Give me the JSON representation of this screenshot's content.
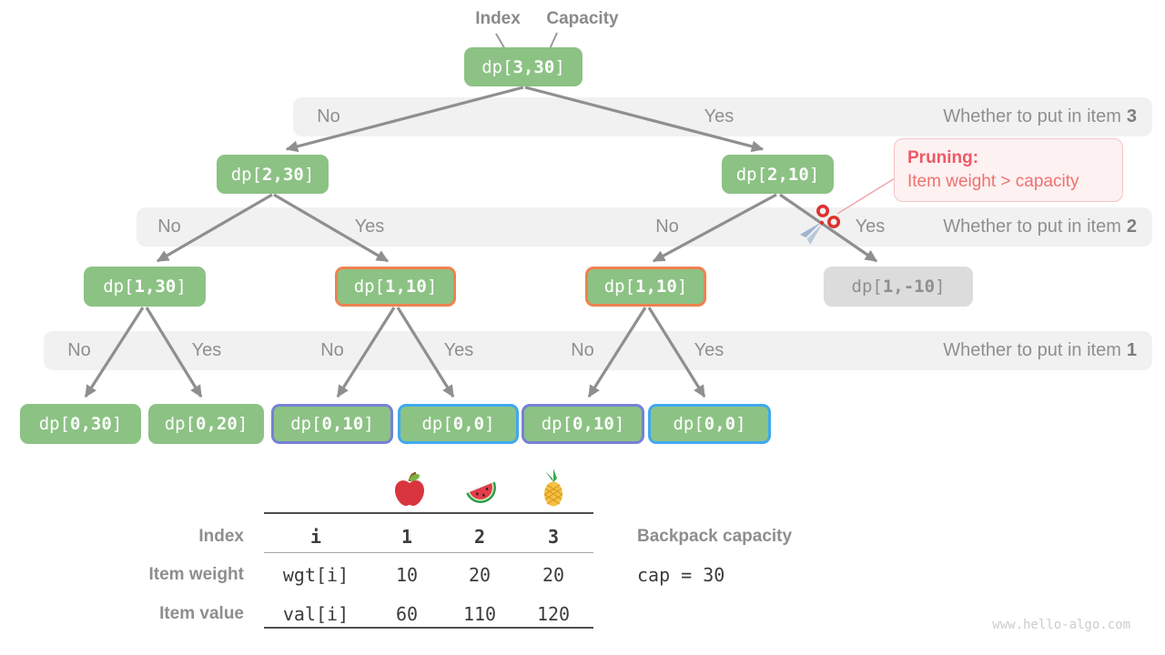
{
  "header": {
    "index": "Index",
    "capacity": "Capacity"
  },
  "nodes": [
    {
      "label": "dp[3,30]"
    },
    {
      "label": "dp[2,30]"
    },
    {
      "label": "dp[2,10]"
    },
    {
      "label": "dp[1,30]"
    },
    {
      "label": "dp[1,10]"
    },
    {
      "label": "dp[1,10]"
    },
    {
      "label": "dp[1,-10]"
    },
    {
      "label": "dp[0,30]"
    },
    {
      "label": "dp[0,20]"
    },
    {
      "label": "dp[0,10]"
    },
    {
      "label": "dp[0,0]"
    },
    {
      "label": "dp[0,10]"
    },
    {
      "label": "dp[0,0]"
    }
  ],
  "bands": [
    {
      "label": "Whether to put in item",
      "item": "3",
      "choices": [
        "No",
        "Yes"
      ]
    },
    {
      "label": "Whether to put in item",
      "item": "2",
      "choices": [
        "No",
        "Yes",
        "No",
        "Yes"
      ]
    },
    {
      "label": "Whether to put in item",
      "item": "1",
      "choices": [
        "No",
        "Yes",
        "No",
        "Yes",
        "No",
        "Yes"
      ]
    }
  ],
  "pruning": {
    "title": "Pruning:",
    "body": "Item weight > capacity"
  },
  "table": {
    "fruits": [
      "apple-icon",
      "watermelon-icon",
      "pineapple-icon"
    ],
    "row_labels": [
      "Index",
      "Item weight",
      "Item value"
    ],
    "header_row": [
      "i",
      "1",
      "2",
      "3"
    ],
    "rows": [
      [
        "wgt[i]",
        "10",
        "20",
        "20"
      ],
      [
        "val[i]",
        "60",
        "110",
        "120"
      ]
    ]
  },
  "capacity": {
    "label": "Backpack capacity",
    "code": "cap = 30"
  },
  "watermark": "www.hello-algo.com",
  "colors": {
    "node_green": "#8cc284",
    "highlight_orange": "#ee8250",
    "highlight_purple": "#7880d6",
    "highlight_blue": "#3fa8f0",
    "pruned_gray": "#dcdcdc",
    "accent_red": "#ee5968",
    "band_gray": "#f1f1f2",
    "arrow_gray": "#8f8f8f"
  }
}
